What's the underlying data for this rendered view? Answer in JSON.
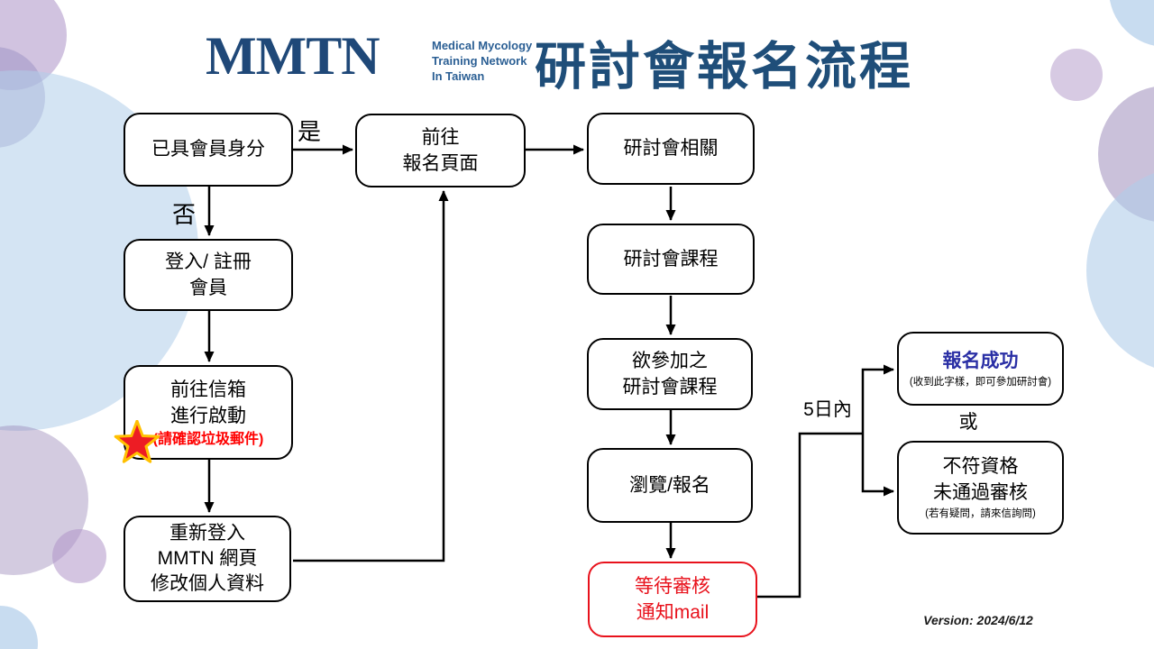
{
  "header": {
    "logo_text": "MMTN",
    "logo_sub1": "Medical Mycology",
    "logo_sub2": "Training Network",
    "logo_sub3": "In Taiwan",
    "title": "研討會報名流程"
  },
  "flowchart": {
    "boxes": {
      "member": {
        "line1": "已具會員身分"
      },
      "login": {
        "line1": "登入/ 註冊",
        "line2": "會員"
      },
      "mailbox": {
        "line1": "前往信箱",
        "line2": "進行啟動",
        "note": "(請確認垃圾郵件)"
      },
      "relogin": {
        "line1": "重新登入",
        "line2": "MMTN 網頁",
        "line3": "修改個人資料"
      },
      "register_page": {
        "line1": "前往",
        "line2": "報名頁面"
      },
      "seminar_related": {
        "line1": "研討會相關"
      },
      "seminar_courses": {
        "line1": "研討會課程"
      },
      "desired_course": {
        "line1": "欲參加之",
        "line2": "研討會課程"
      },
      "browse_register": {
        "line1": "瀏覽/報名"
      },
      "wait_review": {
        "line1": "等待審核",
        "line2": "通知mail"
      },
      "success": {
        "line1": "報名成功",
        "note": "(收到此字樣，即可參加研討會)"
      },
      "rejected": {
        "line1": "不符資格",
        "line2": "未通過審核",
        "note": "(若有疑問，請來信詢問)"
      }
    },
    "labels": {
      "yes": "是",
      "no": "否",
      "within_5_days": "5日內",
      "or": "或"
    }
  },
  "footer": {
    "version": "Version: 2024/6/12"
  },
  "colors": {
    "title_blue": "#1F4E79",
    "logo_blue": "#1F4878",
    "alert_red": "#E8121C",
    "success_blue": "#2A2FA5",
    "star_fill": "#ED1C24",
    "star_outline": "#FFC000"
  }
}
